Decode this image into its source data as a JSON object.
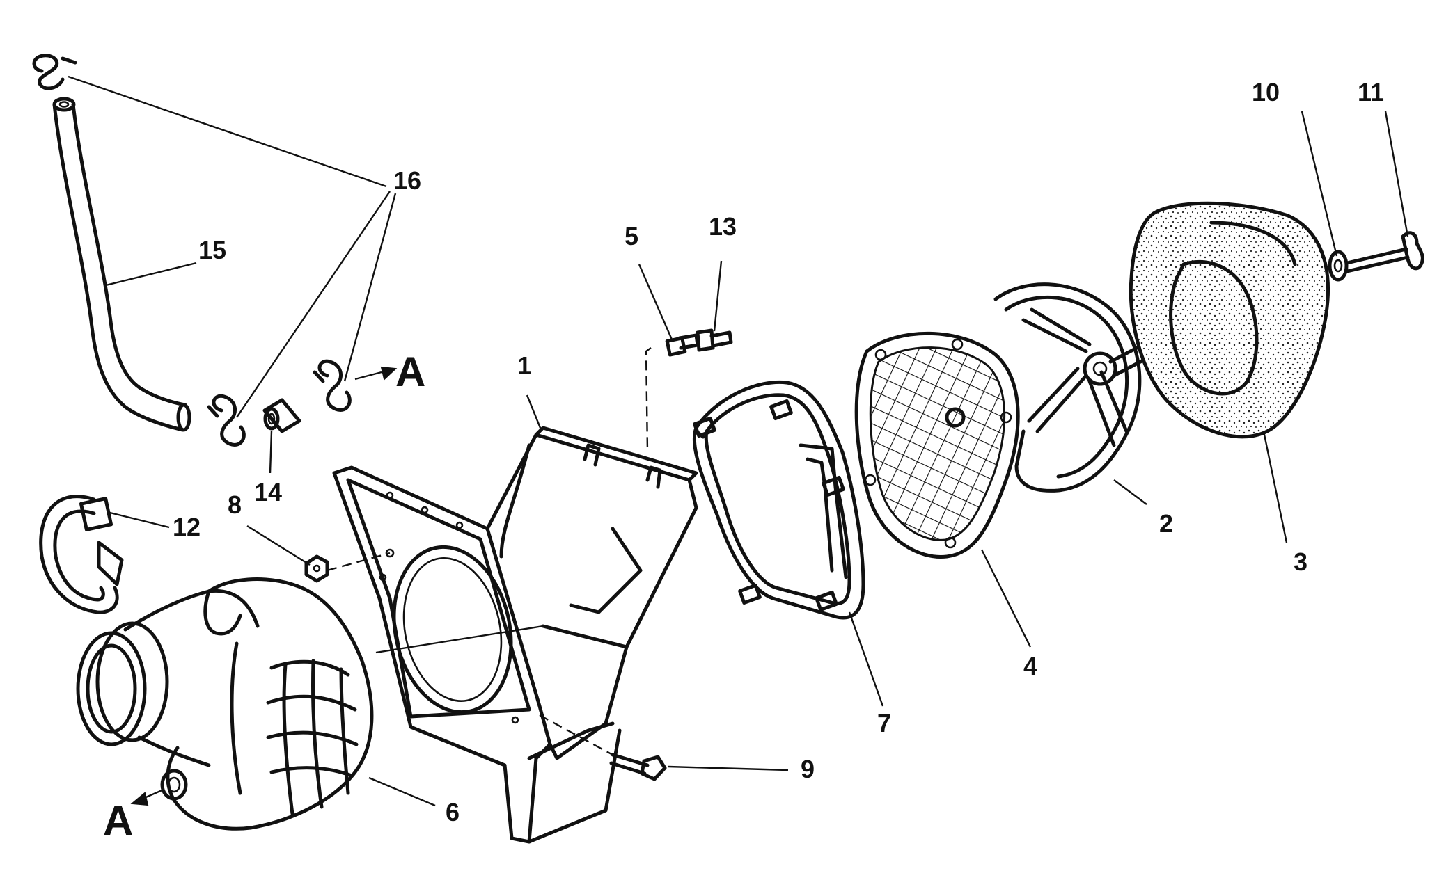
{
  "callouts": [
    {
      "id": "1",
      "label": "1"
    },
    {
      "id": "2",
      "label": "2"
    },
    {
      "id": "3",
      "label": "3"
    },
    {
      "id": "4",
      "label": "4"
    },
    {
      "id": "5",
      "label": "5"
    },
    {
      "id": "6",
      "label": "6"
    },
    {
      "id": "7",
      "label": "7"
    },
    {
      "id": "8",
      "label": "8"
    },
    {
      "id": "9",
      "label": "9"
    },
    {
      "id": "10",
      "label": "10"
    },
    {
      "id": "11",
      "label": "11"
    },
    {
      "id": "12",
      "label": "12"
    },
    {
      "id": "13",
      "label": "13"
    },
    {
      "id": "14",
      "label": "14"
    },
    {
      "id": "15",
      "label": "15"
    },
    {
      "id": "16",
      "label": "16"
    }
  ],
  "connection_marks": [
    {
      "id": "A-upper",
      "label": "A"
    },
    {
      "id": "A-lower",
      "label": "A"
    }
  ]
}
